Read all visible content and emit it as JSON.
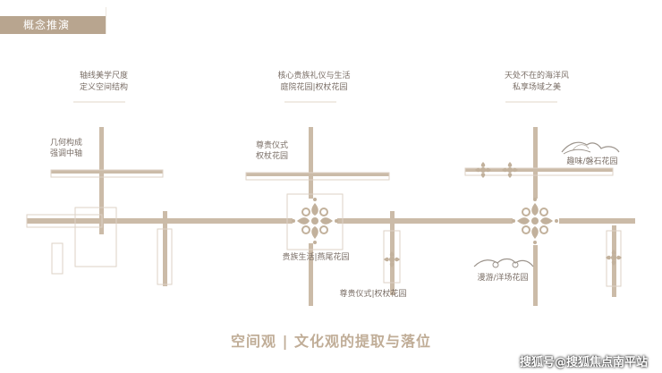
{
  "header": {
    "title": "概念推演"
  },
  "columns": [
    {
      "heading_line1": "轴线美学尺度",
      "heading_line2": "定义空间结构"
    },
    {
      "heading_line1": "核心贵族礼仪与生活",
      "heading_line2": "庭院花园|权杖花园"
    },
    {
      "heading_line1": "天处不在的海洋风",
      "heading_line2": "私享场域之美"
    }
  ],
  "labels": {
    "geometry_line1": "几何构成",
    "geometry_line2": "强调中轴",
    "ceremony_line1": "尊贵仪式",
    "ceremony_line2": "权杖花园",
    "noble_life": "贵族生活|燕尾花园",
    "dignified": "尊贵仪式|权杖花园",
    "fun_rock": "趣味/磐石花园",
    "roam": "漫游/洋场花园"
  },
  "caption": "空间观 | 文化观的提取与落位",
  "watermark": "搜狐号@搜狐焦点南平站",
  "colors": {
    "accent": "#b8a58f",
    "line": "#cbbba8",
    "thin_line": "#dcd2c6",
    "ornament": "#c2b19c"
  }
}
